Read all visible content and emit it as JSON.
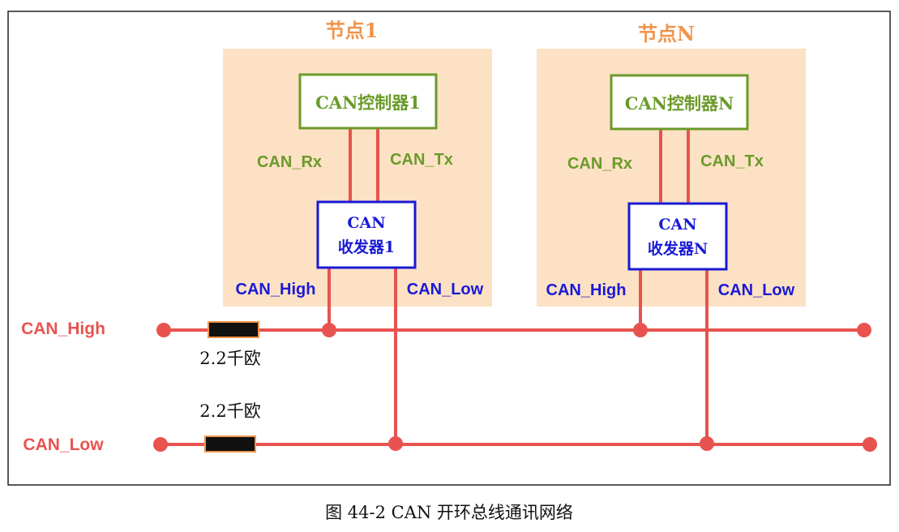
{
  "caption": "图 44-2 CAN 开环总线通讯网络",
  "bus": {
    "high_label": "CAN_High",
    "low_label": "CAN_Low",
    "high_resistor": "2.2千欧",
    "low_resistor": "2.2千欧"
  },
  "nodes": [
    {
      "title": "节点1",
      "controller": "CAN控制器1",
      "rx": "CAN_Rx",
      "tx": "CAN_Tx",
      "transceiver_line1": "CAN",
      "transceiver_line2": "收发器1",
      "high": "CAN_High",
      "low": "CAN_Low"
    },
    {
      "title": "节点N",
      "controller": "CAN控制器N",
      "rx": "CAN_Rx",
      "tx": "CAN_Tx",
      "transceiver_line1": "CAN",
      "transceiver_line2": "收发器N",
      "high": "CAN_High",
      "low": "CAN_Low"
    }
  ],
  "colors": {
    "wire": "#e8534f",
    "node_bg": "#fde1c4",
    "green": "#6b9a2a",
    "blue": "#1a1ad6",
    "orange": "#f0944a",
    "red_label": "#e8534f"
  }
}
